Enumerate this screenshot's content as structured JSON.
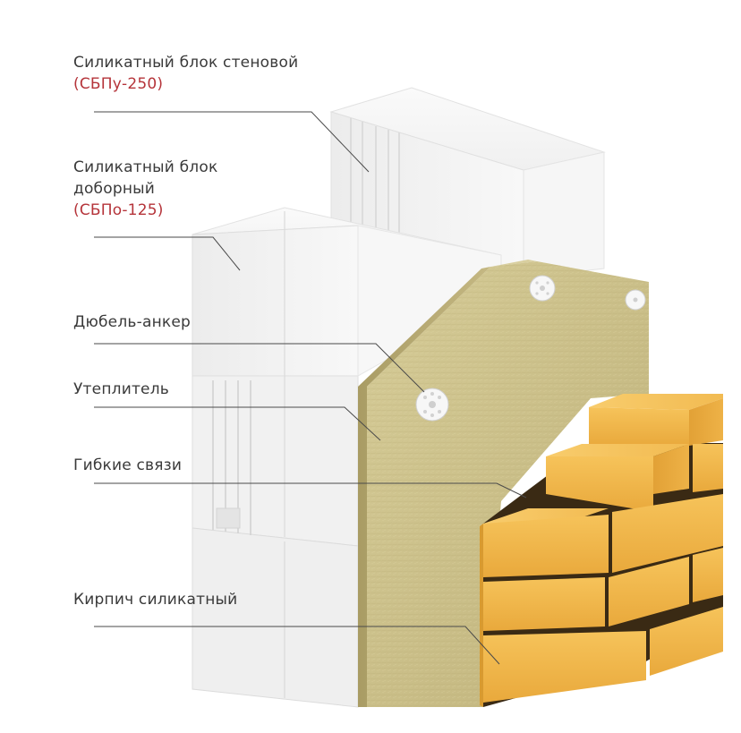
{
  "labels": {
    "wall_block": {
      "name": "Силикатный блок стеновой",
      "code": "(СБПу-250)"
    },
    "extra_block": {
      "name_line1": "Силикатный блок",
      "name_line2": "доборный",
      "code": "(СБПо-125)"
    },
    "anchor": {
      "name": "Дюбель-анкер"
    },
    "insulation": {
      "name": "Утеплитель"
    },
    "ties": {
      "name": "Гибкие связи"
    },
    "brick": {
      "name": "Кирпич силикатный"
    }
  },
  "colors": {
    "label_text": "#3a3a3a",
    "code_text": "#b5343a",
    "leader_line": "#4a4a4a",
    "block_white": "#f3f3f3",
    "insulation": "#cbbf8a",
    "brick": "#f0b84a"
  }
}
